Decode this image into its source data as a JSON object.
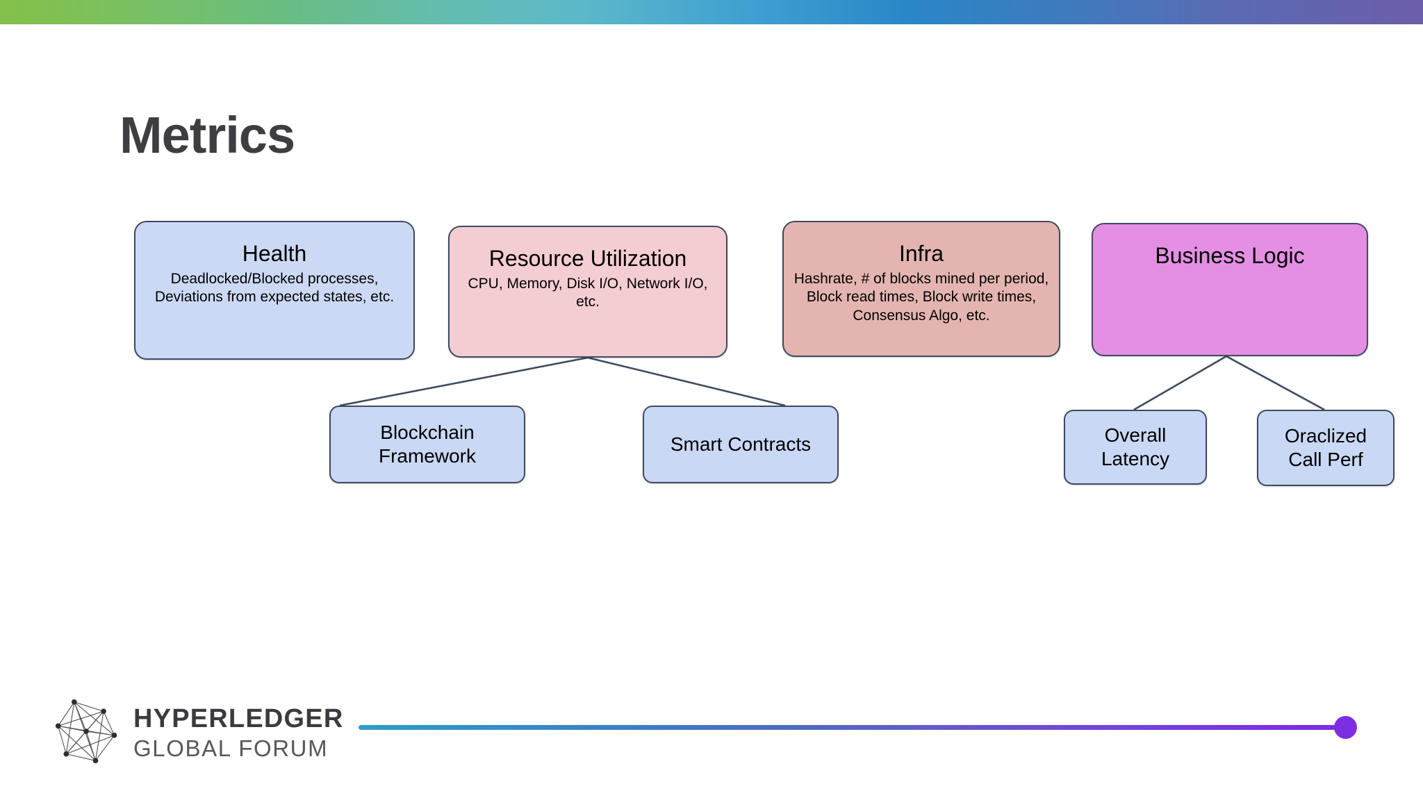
{
  "slide": {
    "title": "Metrics",
    "title_color": "#3d3d42",
    "background": "#ffffff"
  },
  "top_bar": {
    "gradient_stops": [
      "#84c04a",
      "#63bcb0",
      "#3f9fd0",
      "#5a6bb2",
      "#6d5daa"
    ]
  },
  "diagram": {
    "type": "hierarchy",
    "parents": [
      {
        "id": "health",
        "title": "Health",
        "subtitle": "Deadlocked/Blocked processes, Deviations from expected states, etc.",
        "fill": "#ccd9f5",
        "border": "#3e4a5e",
        "children": []
      },
      {
        "id": "resource-utilization",
        "title": "Resource Utilization",
        "subtitle": "CPU, Memory, Disk I/O, Network I/O, etc.",
        "fill": "#f4cdd3",
        "border": "#3e4a5e",
        "children": [
          "blockchain-framework",
          "smart-contracts"
        ]
      },
      {
        "id": "infra",
        "title": "Infra",
        "subtitle": "Hashrate, # of blocks mined per period, Block read times, Block write times, Consensus Algo, etc.",
        "fill": "#e4b5b0",
        "border": "#3e4a5e",
        "children": []
      },
      {
        "id": "business-logic",
        "title": "Business Logic",
        "subtitle": "",
        "fill": "#e48fe4",
        "border": "#3e4a5e",
        "children": [
          "overall-latency",
          "oraclized-call-perf"
        ]
      }
    ],
    "children": [
      {
        "id": "blockchain-framework",
        "title": "Blockchain\nFramework",
        "fill": "#c9d8f4",
        "border": "#3e4a5e"
      },
      {
        "id": "smart-contracts",
        "title": "Smart Contracts",
        "fill": "#c9d8f4",
        "border": "#3e4a5e"
      },
      {
        "id": "overall-latency",
        "title": "Overall\nLatency",
        "fill": "#c9d8f4",
        "border": "#3e4a5e"
      },
      {
        "id": "oraclized-call-perf",
        "title": "Oraclized\nCall Perf",
        "fill": "#c9d8f4",
        "border": "#3e4a5e"
      }
    ],
    "connector_color": "#3e4a5e"
  },
  "footer": {
    "logo_line_1": "HYPERLEDGER",
    "logo_line_2": "GLOBAL FORUM",
    "rule_gradient": [
      "#2e9fc4",
      "#5566c4",
      "#7e2ae6"
    ],
    "dot_color": "#7b2fe0"
  }
}
